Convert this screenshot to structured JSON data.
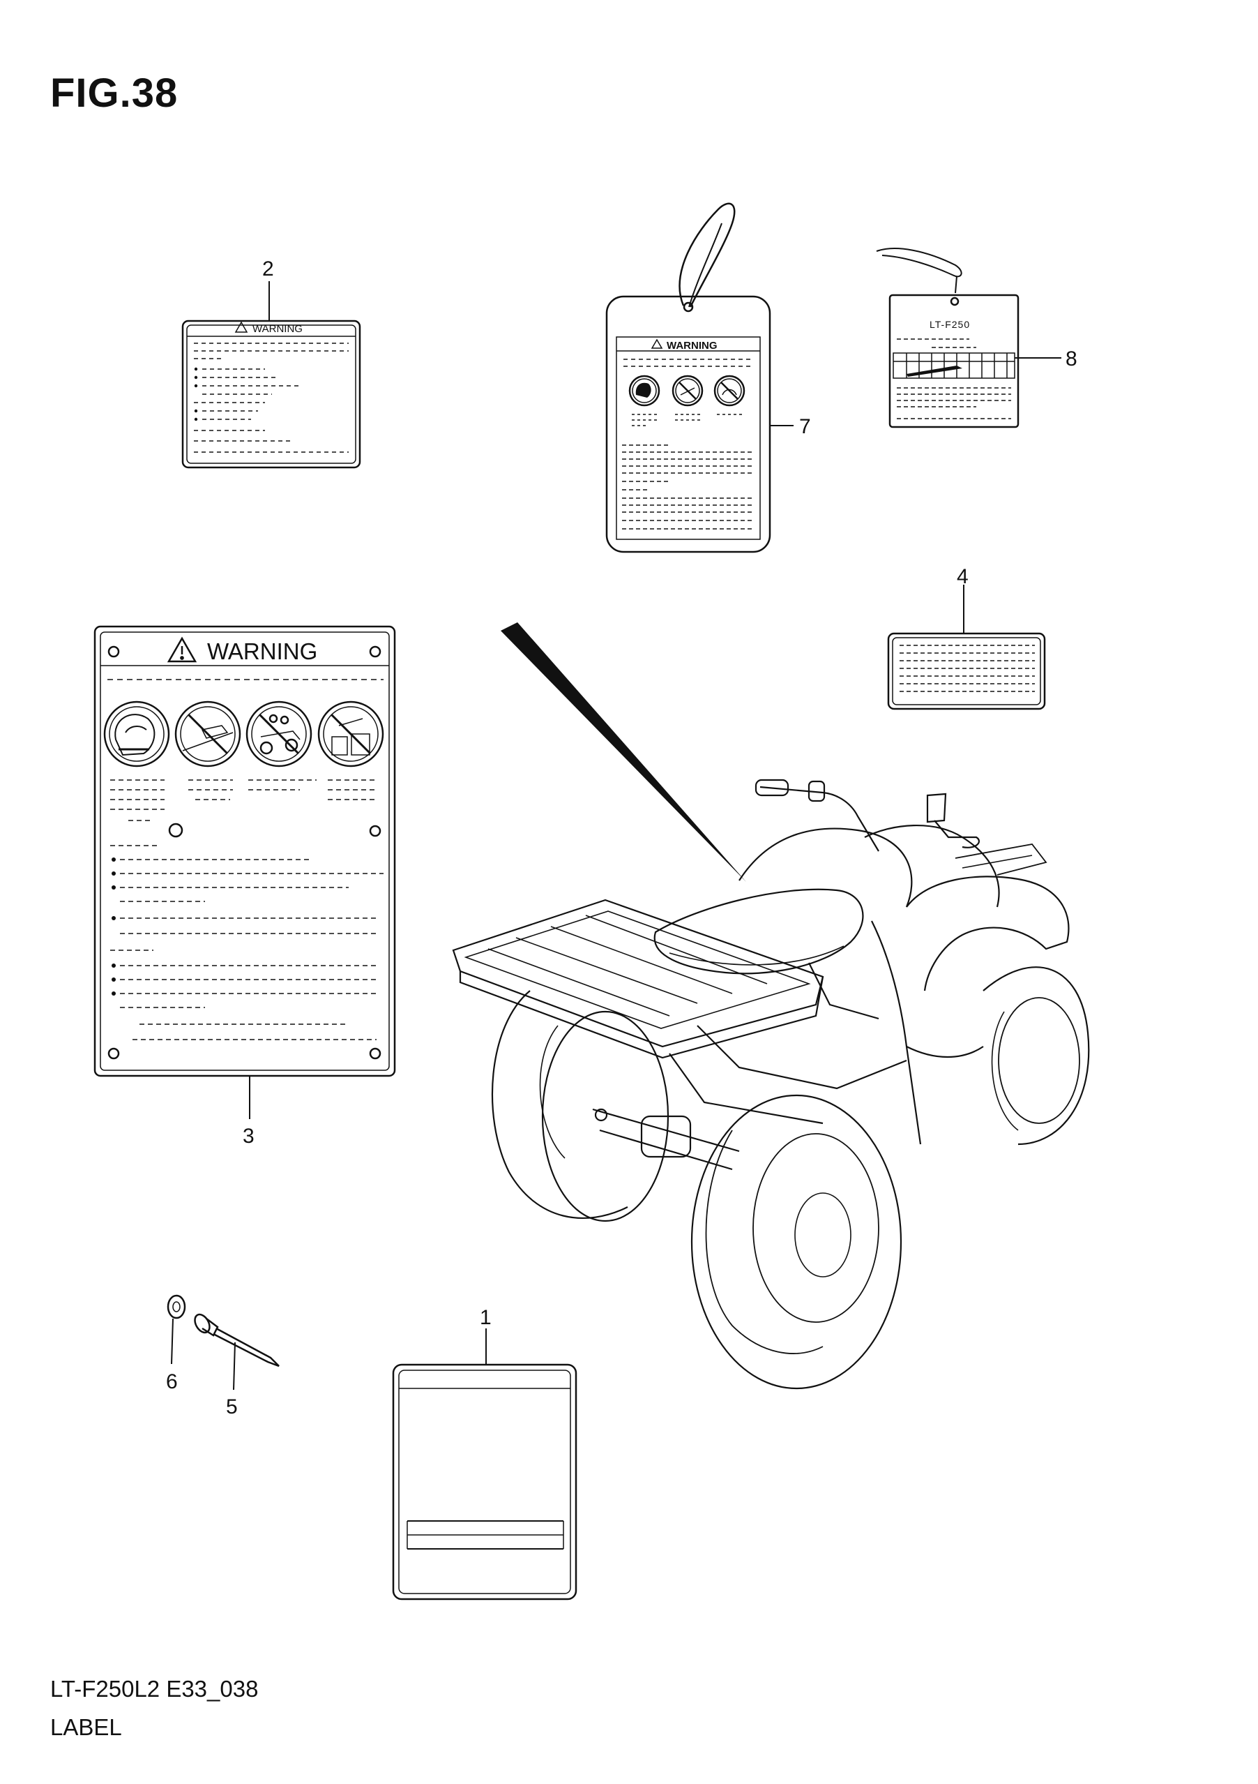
{
  "figure": {
    "title": "FIG.38"
  },
  "footer": {
    "model_code": "LT-F250L2 E33_038",
    "section": "LABEL"
  },
  "labels": {
    "warning_text": "WARNING",
    "tag_model_text": "LT-F250"
  },
  "callouts": [
    {
      "number": "1",
      "part": "label-1"
    },
    {
      "number": "2",
      "part": "label-2-warning"
    },
    {
      "number": "3",
      "part": "label-3-warning"
    },
    {
      "number": "4",
      "part": "label-4"
    },
    {
      "number": "5",
      "part": "rivet"
    },
    {
      "number": "6",
      "part": "washer"
    },
    {
      "number": "7",
      "part": "hang-tag-warning"
    },
    {
      "number": "8",
      "part": "hang-tag-model"
    }
  ],
  "icons": [
    "warning-triangle-icon",
    "no-passenger-icon",
    "no-paved-road-icon",
    "no-alcohol-icon",
    "helmet-icon",
    "atv-outline-icon"
  ]
}
